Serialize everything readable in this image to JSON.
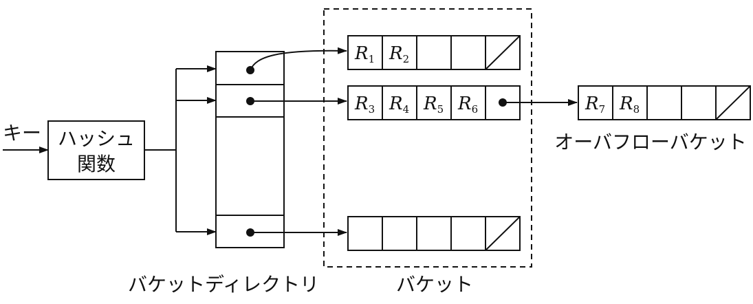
{
  "labels": {
    "key": "キー",
    "hash_line1": "ハッシュ",
    "hash_line2": "関数",
    "bucket_directory": "バケットディレクトリ",
    "buckets": "バケット",
    "overflow_bucket": "オーバフローバケット"
  },
  "records": {
    "r1": {
      "letter": "R",
      "sub": "1"
    },
    "r2": {
      "letter": "R",
      "sub": "2"
    },
    "r3": {
      "letter": "R",
      "sub": "3"
    },
    "r4": {
      "letter": "R",
      "sub": "4"
    },
    "r5": {
      "letter": "R",
      "sub": "5"
    },
    "r6": {
      "letter": "R",
      "sub": "6"
    },
    "r7": {
      "letter": "R",
      "sub": "7"
    },
    "r8": {
      "letter": "R",
      "sub": "8"
    }
  },
  "colors": {
    "line": "#111111",
    "background": "#ffffff"
  }
}
